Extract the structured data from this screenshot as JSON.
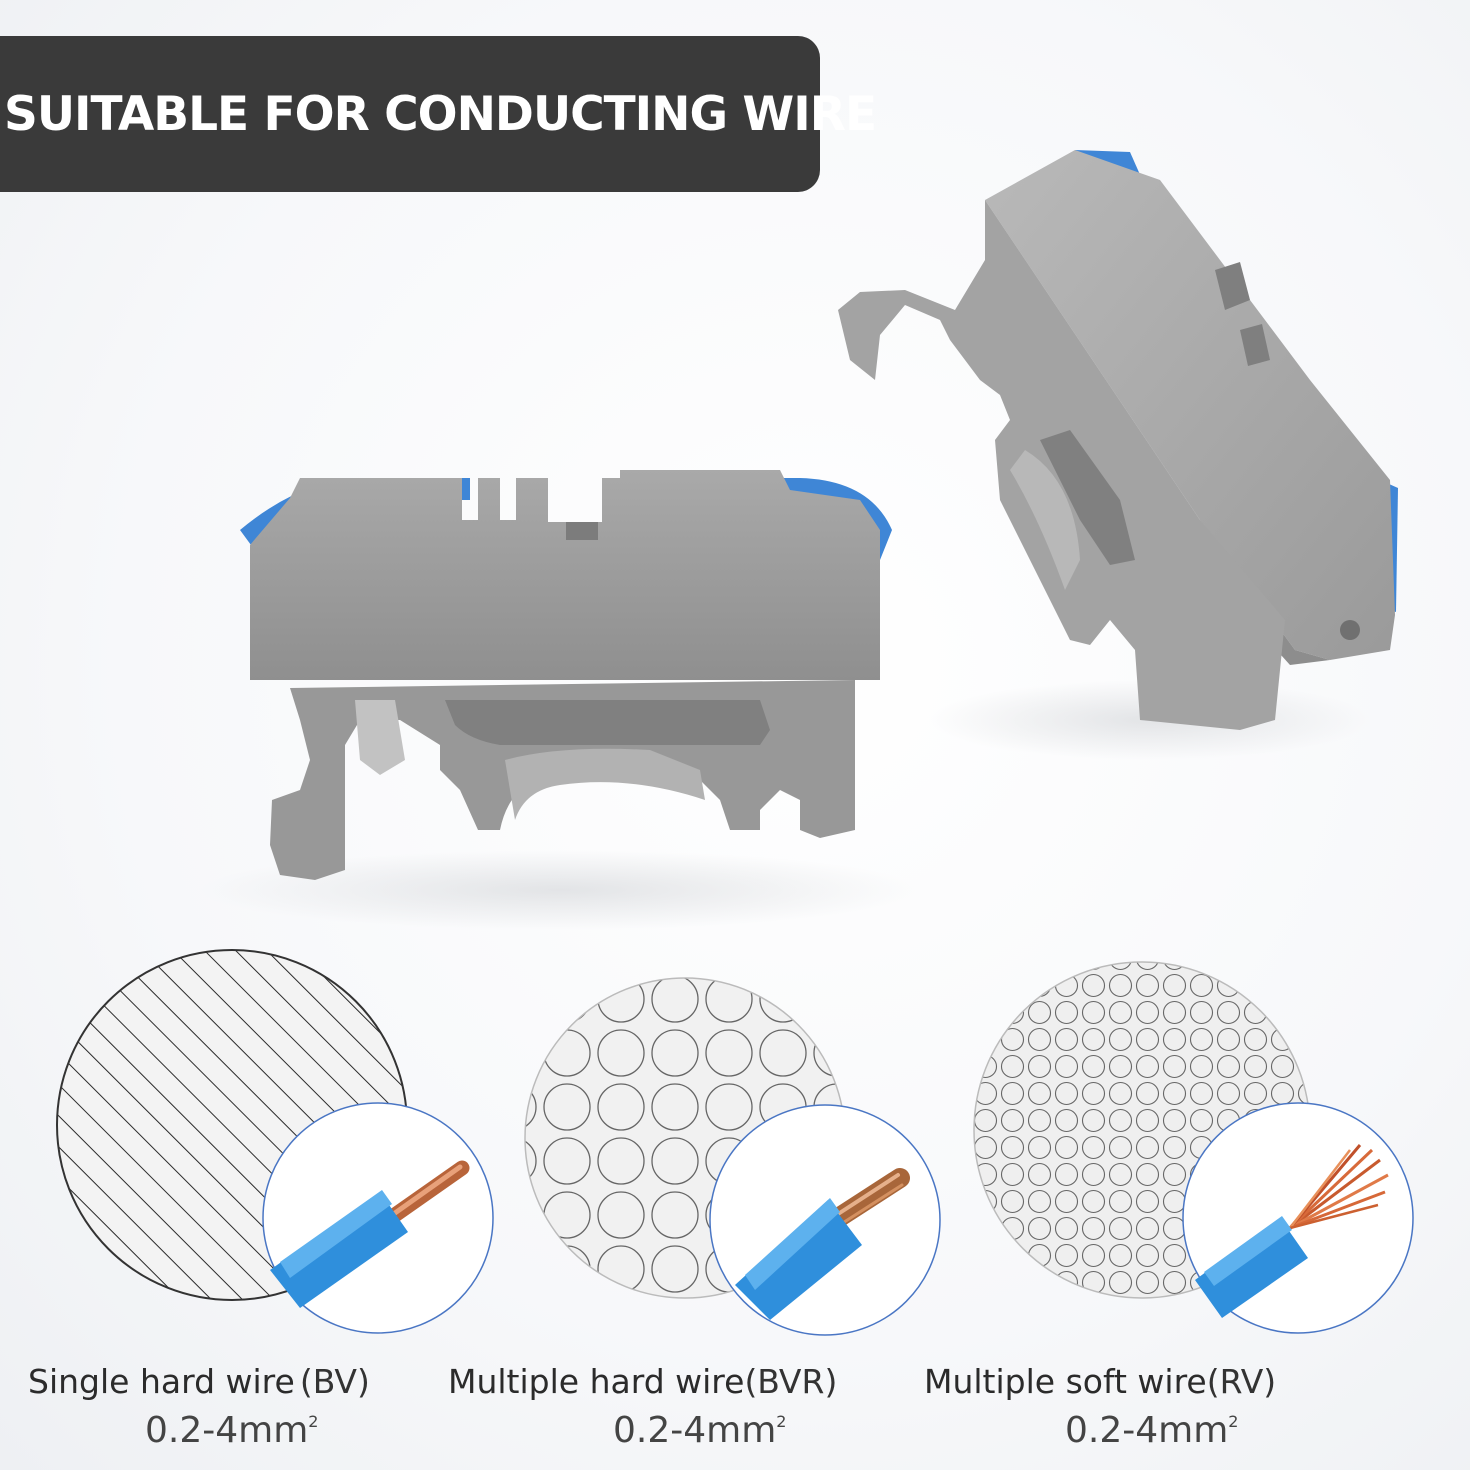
{
  "banner": {
    "title": "SUITABLE FOR CONDUCTING WIRE"
  },
  "wires": [
    {
      "name": "Single hard wire",
      "code": "(BV)",
      "range": "0.2-4mm",
      "unit_sup": "2"
    },
    {
      "name": "Multiple hard wire",
      "code": "(BVR)",
      "range": "0.2-4mm",
      "unit_sup": "2"
    },
    {
      "name": "Multiple soft wire",
      "code": "(RV)",
      "range": "0.2-4mm",
      "unit_sup": "2"
    }
  ],
  "colors": {
    "banner_bg": "#3a3a3a",
    "connector_gray": "#9c9c9c",
    "connector_blue": "#3f86d6",
    "wire_insulation": "#2f8fdc",
    "copper": "#d9874f"
  },
  "icons": [
    "connector-front-image",
    "connector-side-image",
    "single-wire-section-icon",
    "multi-hard-wire-section-icon",
    "multi-soft-wire-section-icon"
  ]
}
